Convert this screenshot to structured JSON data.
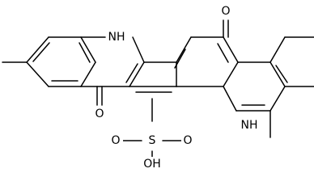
{
  "structure": {
    "labels": {
      "carbonyl_top": "O",
      "carbonyl_bottom": "O",
      "nh_left": "NH",
      "nh_right": "NH",
      "sulfonate_s": "S",
      "sulfonate_o_left": "O",
      "sulfonate_o_right": "O",
      "sulfonate_oh": "OH"
    }
  }
}
